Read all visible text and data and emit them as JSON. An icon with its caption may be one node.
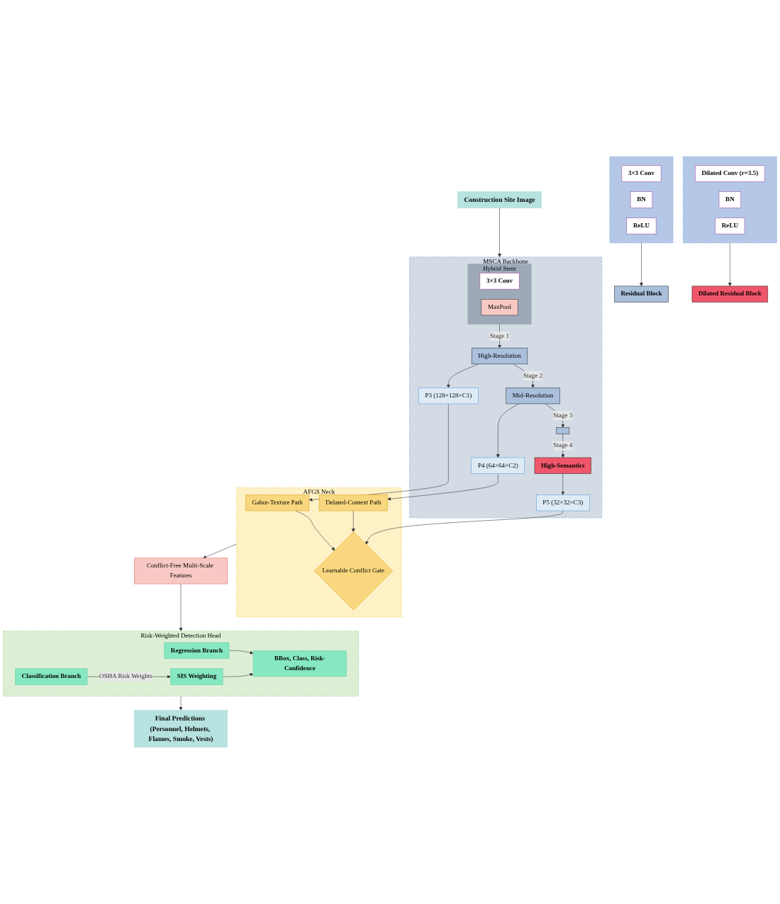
{
  "diagram": {
    "nodes": [
      {
        "text": [],
        "shape": "box"
      },
      {
        "text": [
          "3×3 Conv"
        ],
        "in": 0
      },
      {
        "text": [
          "BN"
        ],
        "in": 0
      },
      {
        "text": [
          "ReLU"
        ],
        "in": 0
      },
      {
        "text": [
          "Residual Block"
        ]
      },
      {
        "text": [],
        "shape": "box"
      },
      {
        "text": [
          "Dilated Conv (r=3.5)"
        ],
        "in": 5
      },
      {
        "text": [
          "BN"
        ],
        "in": 5
      },
      {
        "text": [
          "ReLU"
        ],
        "in": 5
      },
      {
        "text": [
          "Dilated Residual Block"
        ]
      },
      {
        "text": [
          "Construction Site Image"
        ]
      },
      {
        "text": [
          "MSCA Backbone"
        ]
      },
      {
        "text": [
          "Hybrid Stem"
        ],
        "in": 11
      },
      {
        "text": [
          "3×3 Conv"
        ],
        "in": 12
      },
      {
        "text": [
          "MaxPool"
        ],
        "in": 12
      },
      {
        "text": [
          "High-Resolution"
        ],
        "in": 11
      },
      {
        "text": [
          "Mid-Resolution"
        ],
        "in": 11
      },
      {
        "text": [],
        "shape": "box",
        "in": 11
      },
      {
        "text": [
          "High-Semantics"
        ],
        "in": 11
      },
      {
        "text": [
          "P3 (128×128×C1)"
        ],
        "in": 11
      },
      {
        "text": [
          "P4 (64×64×C2)"
        ],
        "in": 11
      },
      {
        "text": [
          "P5 (32×32×C3)"
        ],
        "in": 11
      },
      {
        "text": [
          "AFGS Neck"
        ]
      },
      {
        "text": [
          "Gabor-Texture Path"
        ],
        "in": 22
      },
      {
        "text": [
          "Delated-Context Path"
        ],
        "in": 22
      },
      {
        "text": [
          "Learnable Conflict Gate"
        ],
        "in": 22
      },
      {
        "text": [
          "Conflict-Free Multi-Scale Features"
        ]
      },
      {
        "text": [
          "Risk-Weighted Detection Head"
        ]
      },
      {
        "text": [
          "Regression Branch"
        ],
        "in": 27
      },
      {
        "text": [
          "Classification Branch"
        ],
        "in": 27
      },
      {
        "text": [
          "SIS Weighting"
        ],
        "in": 27
      },
      {
        "text": [
          "BBox, Class, Risk-Confidence"
        ],
        "in": 27
      },
      {
        "text": [
          "Final Predictions (Personnel, Helmets, Flames, Smoke, Vests)"
        ]
      }
    ],
    "edges": [
      {
        "from": 0,
        "to": 4,
        "arrow": "to"
      },
      {
        "from": 5,
        "to": 9,
        "arrow": "to"
      },
      {
        "from": 10,
        "to": 11,
        "arrow": "to"
      },
      {
        "from": 12,
        "to": 15,
        "arrow": "to",
        "label": "Stage 1"
      },
      {
        "from": 15,
        "to": 16,
        "arrow": "to",
        "label": "Stage 2"
      },
      {
        "from": 16,
        "to": 17,
        "arrow": "to",
        "label": "Stage 3"
      },
      {
        "from": 17,
        "to": 18,
        "arrow": "to",
        "label": "Stage 4"
      },
      {
        "from": 15,
        "to": 19,
        "arrow": "to"
      },
      {
        "from": 16,
        "to": 20,
        "arrow": "to"
      },
      {
        "from": 18,
        "to": 21,
        "arrow": "to"
      },
      {
        "from": 19,
        "to": 23,
        "arrow": "to"
      },
      {
        "from": 20,
        "to": 24,
        "arrow": "to"
      },
      {
        "from": 21,
        "to": 25,
        "arrow": "to"
      },
      {
        "from": 23,
        "to": 25,
        "arrow": "to"
      },
      {
        "from": 24,
        "to": 25,
        "arrow": "to"
      },
      {
        "from": 22,
        "to": 26,
        "arrow": "to"
      },
      {
        "from": 26,
        "to": 27,
        "arrow": "to"
      },
      {
        "from": 28,
        "to": 31,
        "arrow": "to"
      },
      {
        "from": 29,
        "to": 30,
        "arrow": "to",
        "label": "OSHA Risk Weights"
      },
      {
        "from": 30,
        "to": 31,
        "arrow": "to"
      },
      {
        "from": 27,
        "to": 32,
        "arrow": "to"
      }
    ]
  }
}
